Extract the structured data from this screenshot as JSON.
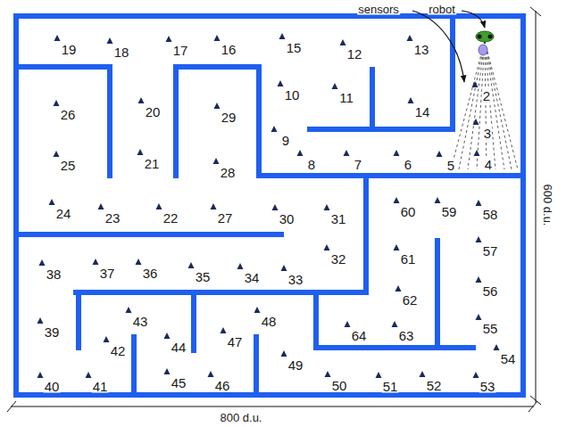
{
  "diagram": {
    "labels": [
      "sensors",
      "robot",
      "19",
      "18",
      "17",
      "16",
      "15",
      "12",
      "13",
      "26",
      "20",
      "29",
      "10",
      "11",
      "14",
      "2",
      "9",
      "3",
      "25",
      "21",
      "28",
      "8",
      "7",
      "6",
      "5",
      "4",
      "24",
      "23",
      "22",
      "27",
      "30",
      "31",
      "60",
      "59",
      "58",
      "61",
      "57",
      "32",
      "38",
      "37",
      "36",
      "35",
      "34",
      "33",
      "62",
      "56",
      "43",
      "48",
      "39",
      "42",
      "44",
      "47",
      "64",
      "63",
      "55",
      "54",
      "49",
      "40",
      "41",
      "45",
      "46",
      "50",
      "51",
      "52",
      "53",
      "600 d.u.",
      "800 d.u."
    ]
  }
}
